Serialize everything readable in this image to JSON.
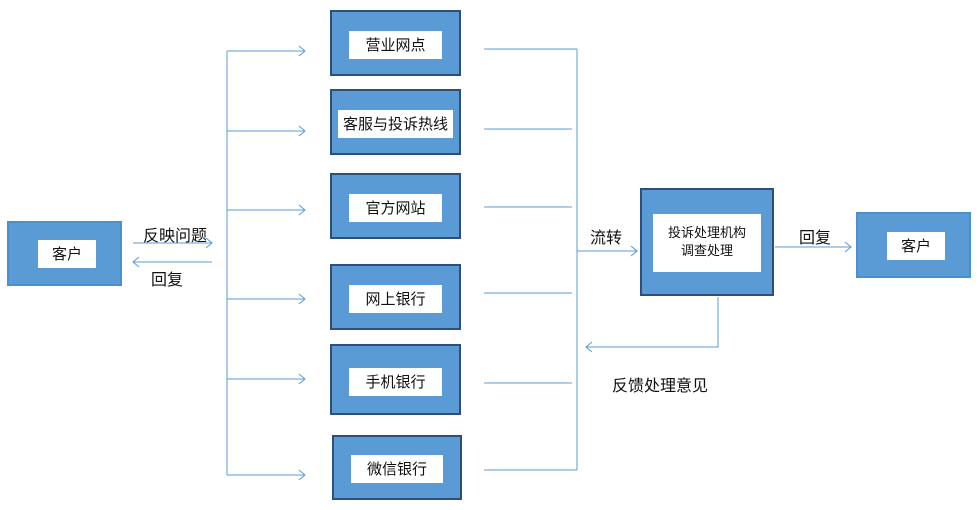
{
  "customer_left": "客户",
  "customer_right": "客户",
  "channels": [
    "营业网点",
    "客服与投诉热线",
    "官方网站",
    "网上银行",
    "手机银行",
    "微信银行"
  ],
  "center": {
    "line1": "投诉处理机构",
    "line2": "调查处理"
  },
  "labels": {
    "report": "反映问题",
    "reply_left": "回复",
    "transfer": "流转",
    "reply_right": "回复",
    "feedback": "反馈处理意见"
  },
  "colors": {
    "box_fill": "#5b9bd5",
    "box_border": "#2e4f7a",
    "line": "#5b9bd5"
  }
}
